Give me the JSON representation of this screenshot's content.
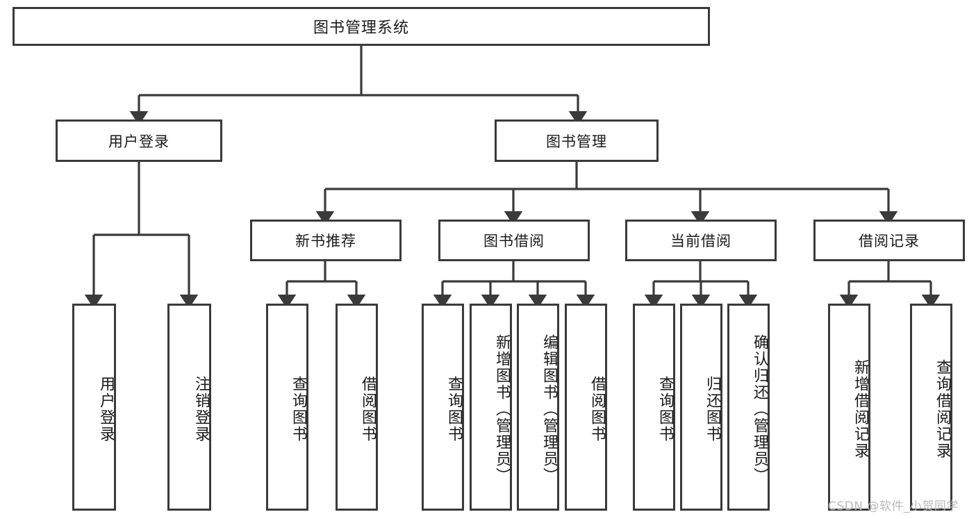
{
  "diagram": {
    "title": "图书管理系统",
    "type": "tree-hierarchy-diagram",
    "watermark": "CSDN @软件_小贺同学",
    "colors": {
      "stroke": "#3a3a3a",
      "fill": "#ffffff",
      "text": "#1a1a1a",
      "watermark": "#b9b9b9"
    },
    "nodes": {
      "root": {
        "label": "图书管理系统"
      },
      "level2": [
        {
          "id": "user-login",
          "label": "用户登录"
        },
        {
          "id": "book-manage",
          "label": "图书管理"
        }
      ],
      "level3": [
        {
          "id": "new-book-recommend",
          "label": "新书推荐"
        },
        {
          "id": "book-borrow",
          "label": "图书借阅"
        },
        {
          "id": "current-borrow",
          "label": "当前借阅"
        },
        {
          "id": "borrow-record",
          "label": "借阅记录"
        }
      ],
      "leaves": [
        {
          "id": "leaf-user-login",
          "label": "用户登录",
          "parent": "user-login"
        },
        {
          "id": "leaf-logout-login",
          "label": "注销登录",
          "parent": "user-login"
        },
        {
          "id": "leaf-query-book-1",
          "label": "查询图书",
          "parent": "new-book-recommend"
        },
        {
          "id": "leaf-borrow-book-1",
          "label": "借阅图书",
          "parent": "new-book-recommend"
        },
        {
          "id": "leaf-query-book-2",
          "label": "查询图书",
          "parent": "book-borrow"
        },
        {
          "id": "leaf-add-book",
          "label": "新增图书（管理员）",
          "parent": "book-borrow"
        },
        {
          "id": "leaf-edit-book",
          "label": "编辑图书（管理员）",
          "parent": "book-borrow"
        },
        {
          "id": "leaf-borrow-book-2",
          "label": "借阅图书",
          "parent": "book-borrow"
        },
        {
          "id": "leaf-query-book-3",
          "label": "查询图书",
          "parent": "current-borrow"
        },
        {
          "id": "leaf-return-book",
          "label": "归还图书",
          "parent": "current-borrow"
        },
        {
          "id": "leaf-confirm-return",
          "label": "确认归还（管理员）",
          "parent": "current-borrow"
        },
        {
          "id": "leaf-add-record",
          "label": "新增借阅记录",
          "parent": "borrow-record"
        },
        {
          "id": "leaf-query-record",
          "label": "查询借阅记录",
          "parent": "borrow-record"
        }
      ]
    }
  }
}
